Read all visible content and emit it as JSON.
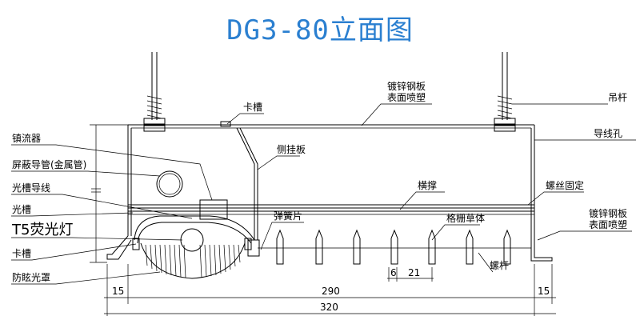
{
  "title": "DG3-80立面图",
  "labels": {
    "ballast": "镇流器",
    "shield_conduit": "屏蔽导管(金属管)",
    "light_slot_wire": "光槽导线",
    "light_slot": "光槽",
    "t5_lamp": "T5荧光灯",
    "clip_slot_left": "卡槽",
    "anti_glare_cover": "防眩光罩",
    "clip_slot_top": "卡槽",
    "galv_top": "镀锌钢板\n表面喷塑",
    "hanger_rod": "吊杆",
    "side_hang_plate": "侧挂板",
    "wire_hole": "导线孔",
    "crossbar": "横撑",
    "screw_fix": "螺丝固定",
    "spring_piece": "弹簧片",
    "grille_body": "格栅草体",
    "galv_right": "镀锌钢板\n表面喷塑",
    "screw_rod": "螺杆"
  },
  "dimensions": {
    "left_margin": "15",
    "inner_width": "290",
    "right_margin": "15",
    "total_width": "320",
    "fin_thickness": "6",
    "fin_spacing": "21"
  }
}
